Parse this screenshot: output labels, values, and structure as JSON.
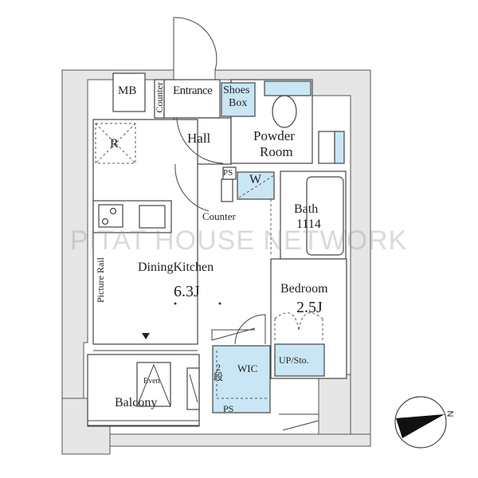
{
  "floorplan": {
    "rooms": {
      "mb": "MB",
      "counter_entrance": "Counter",
      "entrance": "Entrance",
      "shoes_box_line1": "Shoes",
      "shoes_box_line2": "Box",
      "refrigerator": "R",
      "hall": "Hall",
      "powder_room_line1": "Powder",
      "powder_room_line2": "Room",
      "ps_top": "PS",
      "washer": "W",
      "counter": "Counter",
      "bath": "Bath",
      "bath_size": "1114",
      "picture_rail": "Picture Rail",
      "dining_kitchen": "DiningKitchen",
      "dining_kitchen_size": "6.3J",
      "bedroom": "Bedroom",
      "bedroom_size": "2.5J",
      "wic": "WIC",
      "steps": "2段",
      "up_storage": "UP/Sto.",
      "even": "Even",
      "balcony": "Balcony",
      "ps_bottom": "PS"
    },
    "compass": "N",
    "watermark": "PITAT HOUSE NETWORK",
    "colors": {
      "storage": "#c9e6f5",
      "wall": "#e6e6e6",
      "line": "#444444"
    }
  }
}
